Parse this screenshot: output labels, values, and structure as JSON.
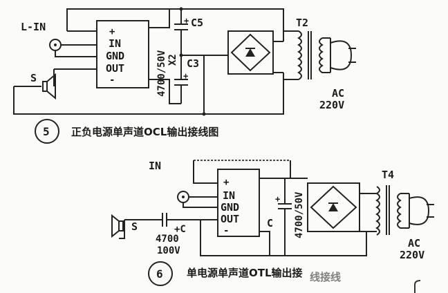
{
  "figure5": {
    "number": "5",
    "caption": "正负电源单声道OCL输出接线图",
    "input_label": "L-IN",
    "speaker_label": "S",
    "ic_pins": {
      "plus": "+",
      "in": "IN",
      "gnd": "GND",
      "out": "OUT",
      "minus": "-"
    },
    "cap_top": "C5",
    "cap_bottom": "C3",
    "cap_plus": "+",
    "cap_value": "4700/50V",
    "cap_multiplier": "X2",
    "transformer": "T2",
    "ac_label": "AC",
    "ac_voltage": "220V"
  },
  "figure6": {
    "number": "6",
    "caption": "单电源单声道OTL输出接",
    "caption_faded": "线接线",
    "input_label": "IN",
    "speaker_label": "S",
    "ic_pins": {
      "plus": "+",
      "in": "IN",
      "gnd": "GND",
      "out": "OUT",
      "minus": "-"
    },
    "out_cap_label": "+C",
    "out_cap_value": "4700",
    "out_cap_voltage": "100V",
    "filter_cap_label": "C",
    "cap_plus": "+",
    "filter_cap_value": "4700/50V",
    "transformer": "T4",
    "ac_label": "AC",
    "ac_voltage": "220V"
  }
}
